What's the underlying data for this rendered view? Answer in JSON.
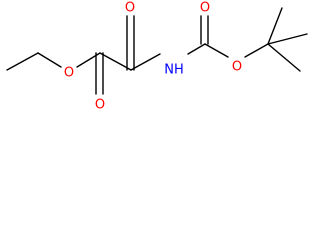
{
  "molecule": {
    "atoms": {
      "ester_o": "O",
      "ester_carbonyl_o": "O",
      "ketone_o": "O",
      "amide_n": "NH",
      "carbamate_carbonyl_o": "O",
      "carbamate_o": "O"
    },
    "colors": {
      "bond": "#000000",
      "oxygen": "#ff0000",
      "nitrogen": "#0000ff",
      "background": "#ffffff"
    }
  }
}
